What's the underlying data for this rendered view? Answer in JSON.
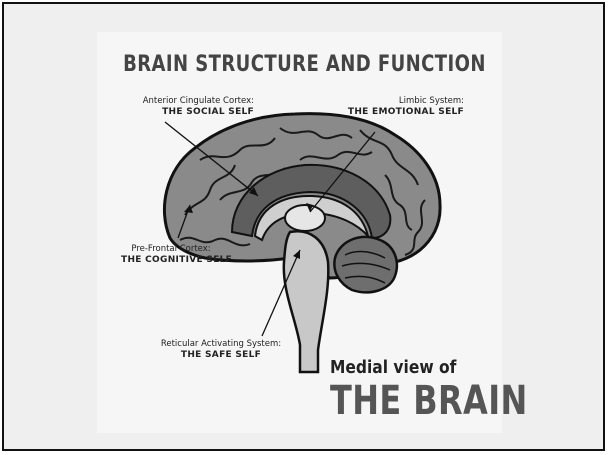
{
  "title": "BRAIN STRUCTURE AND FUNCTION",
  "labels": {
    "acc": {
      "name": "Anterior Cingulate Cortex:",
      "role": "THE SOCIAL SELF"
    },
    "limbic": {
      "name": "Limbic System:",
      "role": "THE EMOTIONAL SELF"
    },
    "pfc": {
      "name": "Pre-Frontal Cortex:",
      "role": "THE COGNITIVE SELF"
    },
    "ras": {
      "name": "Reticular Activating System:",
      "role": "THE SAFE SELF"
    }
  },
  "caption": {
    "line1": "Medial view of",
    "line2": "THE BRAIN"
  }
}
